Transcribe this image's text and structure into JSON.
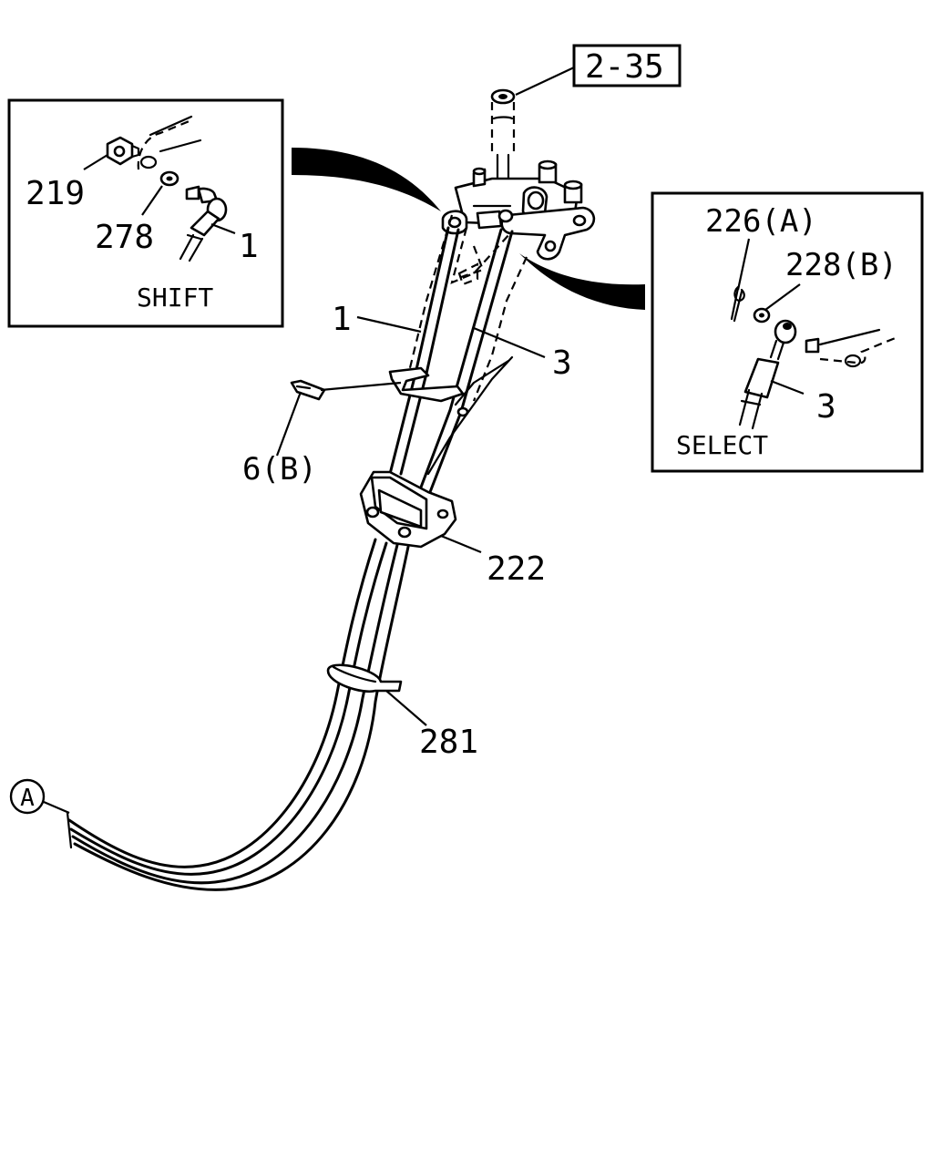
{
  "reference_box": {
    "label": "2-35"
  },
  "shift_inset": {
    "title": "SHIFT",
    "parts": {
      "nut": "219",
      "washer": "278",
      "cable_end": "1"
    }
  },
  "select_inset": {
    "title": "SELECT",
    "parts": {
      "pin": "226(A)",
      "washer": "228(B)",
      "cable_end": "3"
    }
  },
  "callouts": {
    "shift_cable": "1",
    "select_cable": "3",
    "clip": "6(B)",
    "bracket": "222",
    "clamp": "281",
    "connector_marker": "A"
  }
}
